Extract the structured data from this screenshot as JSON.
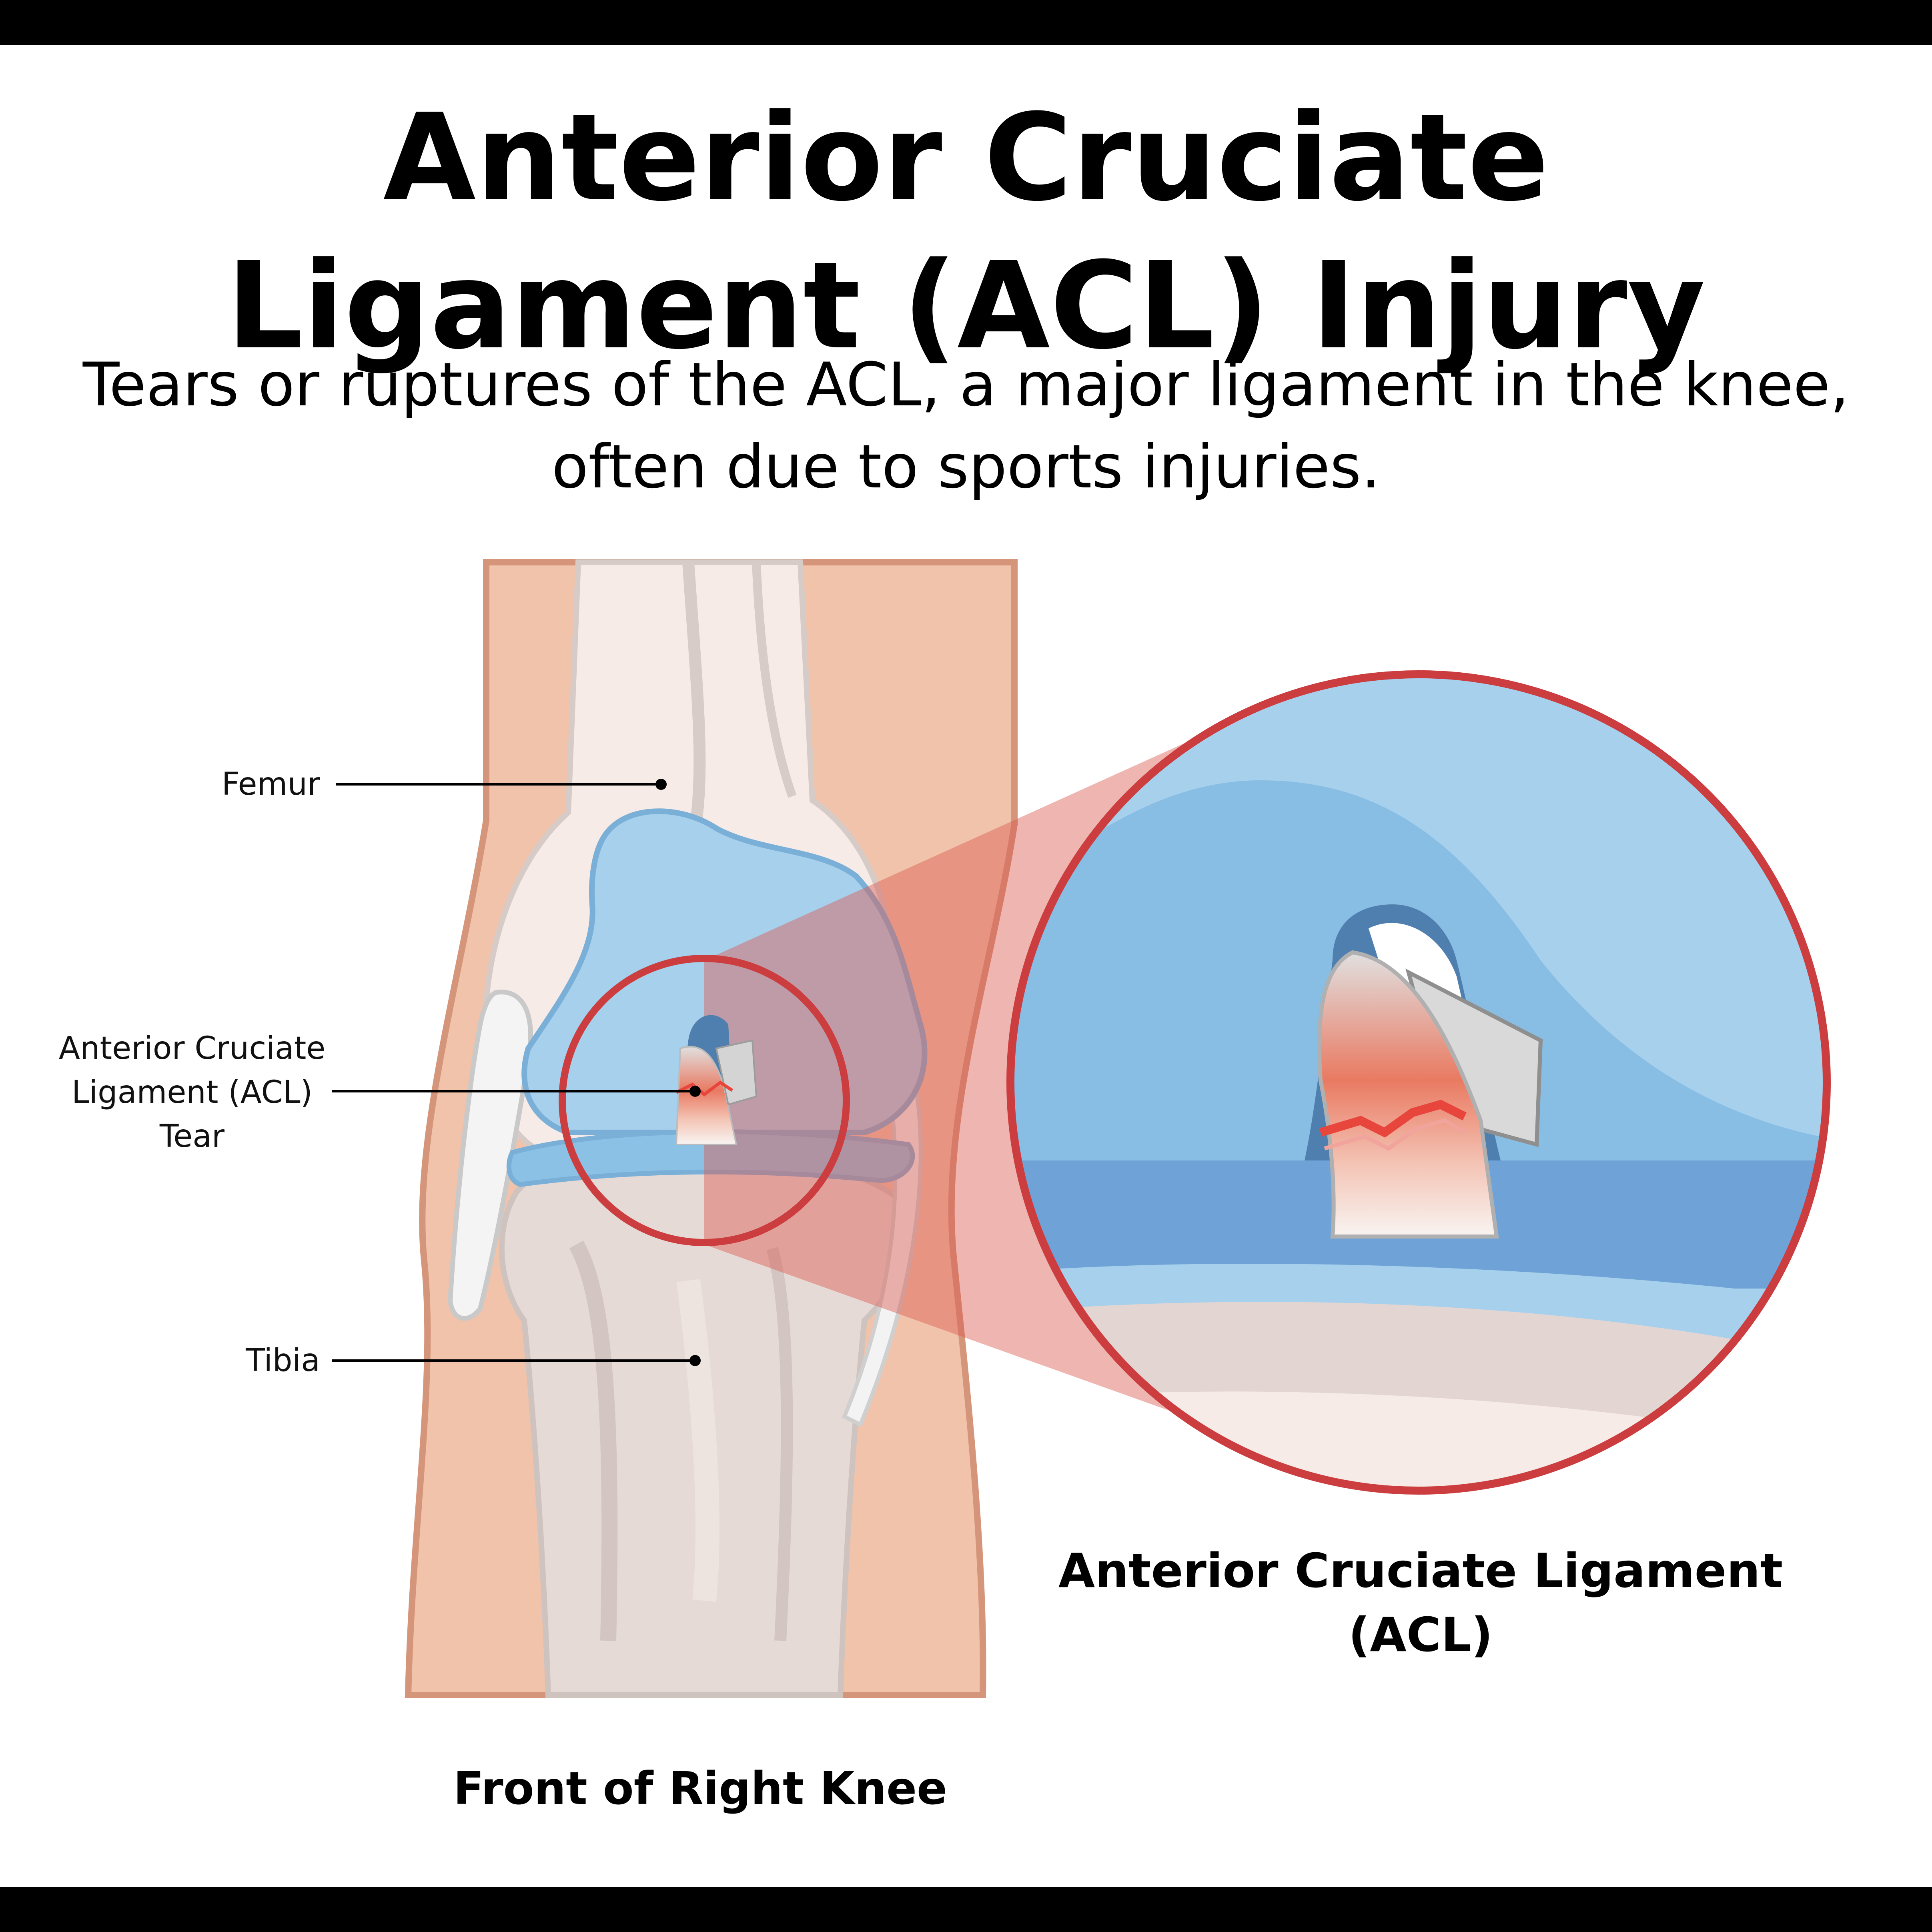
{
  "title_line1": "Anterior Cruciate",
  "title_line2": "Ligament (ACL) Injury",
  "subtitle_line1": "Tears or ruptures of the ACL, a major ligament in the knee,",
  "subtitle_line2": "often due to sports injuries.",
  "labels": {
    "femur": "Femur",
    "acl_tear_line1": "Anterior Cruciate",
    "acl_tear_line2": "Ligament (ACL)",
    "acl_tear_line3": "Tear",
    "tibia": "Tibia"
  },
  "captions": {
    "knee": "Front of Right Knee",
    "acl_line1": "Anterior Cruciate Ligament",
    "acl_line2": "(ACL)"
  },
  "colors": {
    "skin": "#f0c3aa",
    "skin_outline": "#d4957a",
    "bone": "#f6ebe7",
    "bone_shadow": "#dccfcb",
    "meniscus": "#8cc1e6",
    "meniscus_light": "#a6d0ec",
    "highlight_ring": "#d44a4a",
    "tear": "#e8463c"
  }
}
